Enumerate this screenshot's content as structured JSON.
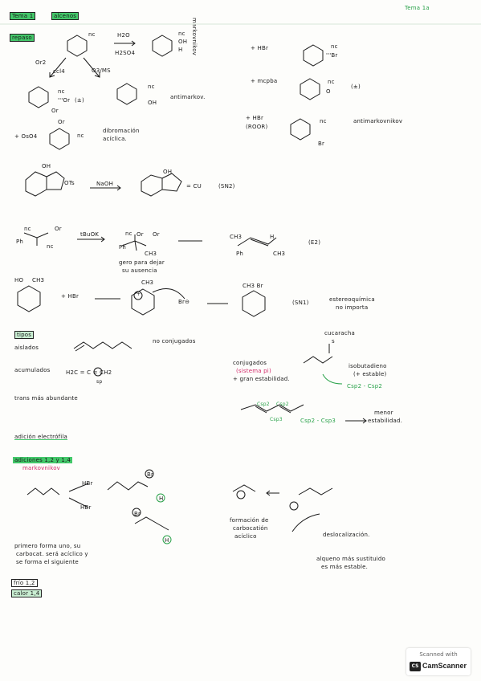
{
  "header": {
    "topic": "Tema 1",
    "topic_tag": "alcenos",
    "corner_label": "Tema 1a"
  },
  "s1": {
    "heading": "repaso",
    "reagent_top": "H2O",
    "reagent_bottom": "H2SO4",
    "markovnikov_side": "markovnikov",
    "r1": "nc",
    "r2": "nc",
    "r3": "OH",
    "r4": "H",
    "arrow_left_a": "Or2",
    "arrow_left_b": "ccl4",
    "arrow_right": "O3/MS",
    "p1a": "nc",
    "p1b": "'''Or",
    "p1c": "Or",
    "p1note": "(±)",
    "p2a": "nc",
    "p2b": "OH",
    "p2note": "antimarkov.",
    "add_hbr": "+ HBr",
    "hbr_nc": "nc",
    "hbr_br": "'''Br",
    "add_mcpba": "+ mcpba",
    "mc_nc": "nc",
    "mc_o": "O",
    "mc_note": "(±)",
    "add_hbr_roor": "+ HBr",
    "roor": "(ROOR)",
    "roor_nc": "nc",
    "roor_br": "Br",
    "roor_note": "antimarkovnikov",
    "add_os": "+ OsO4",
    "os_br": "Or",
    "os_nc": "nc",
    "dibromo": "dibromación",
    "dibromo2": "acíclica."
  },
  "s2": {
    "oh": "OH",
    "ots": "OTs",
    "reagent": "NaOH",
    "oh2": "OH",
    "product_tail": "= CU",
    "note": "(SN2)"
  },
  "s3": {
    "nc": "nc",
    "or": "Or",
    "ph": "Ph",
    "nc2": "nc",
    "reagent": "tBuOK",
    "a": "Ph",
    "b": "nc",
    "c": "Or",
    "d": "CH3",
    "e": "Or",
    "note1": "gero para dejar",
    "note2": "su ausencia",
    "ch3a": "CH3",
    "h": "H",
    "ph2": "Ph",
    "ch3b": "CH3",
    "label": "(E2)"
  },
  "s4": {
    "ho": "HO",
    "ch3": "CH3",
    "add": "+ HBr",
    "cat_ch3": "CH3",
    "cat_plus": "+",
    "br_minus": "Br⊖",
    "prod_br": "CH3 Br",
    "label": "(SN1)",
    "stereo1": "estereoquímica",
    "stereo2": "no importa"
  },
  "s5": {
    "heading": "tipos",
    "aislados": "aislados",
    "conjugados_small": "no conjugados",
    "acumulados": "acumulados",
    "formula": "H2C = C = CH2",
    "sp": "sp",
    "mas_abundante": "trans más abundante",
    "conjugados": "conjugados",
    "conj_sub": "(sistema pi)",
    "conj_sub2": "+ gran estabilidad.",
    "cucaracha": "cucaracha",
    "s_label": "s",
    "isobutadieno": "isobutadieno",
    "isob_note": "(+ estable)",
    "csp2": "Csp2 - Csp2",
    "csp2a": "Csp2",
    "csp2b": "Csp2",
    "csp3": "Csp3",
    "csp2_csp3": "Csp2 - Csp3",
    "menor": "menor",
    "menor2": "estabilidad."
  },
  "s6": {
    "heading": "adición electrófila",
    "sub_heading": "adiciones 1,2 y 1,4",
    "markov": "markovnikov",
    "hbr1": "HBr",
    "hbr2": "HBr",
    "br1": "Br",
    "h1": "H",
    "br2": "Br",
    "h2": "H",
    "form1": "formación de",
    "form2": "carbocatión",
    "form3": "acíclico",
    "deslocal": "deslocalización.",
    "note_a": "primero forma uno, su",
    "note_b": "carbocat. será acíclico y",
    "note_c": "se forma el siguiente",
    "cond1": "frío 1,2",
    "cond2": "calor 1,4",
    "alqueno1": "alqueno más sustituido",
    "alqueno2": "es más estable."
  },
  "badge": {
    "scanned": "Scanned with",
    "cs": "CS",
    "app": "CamScanner"
  }
}
